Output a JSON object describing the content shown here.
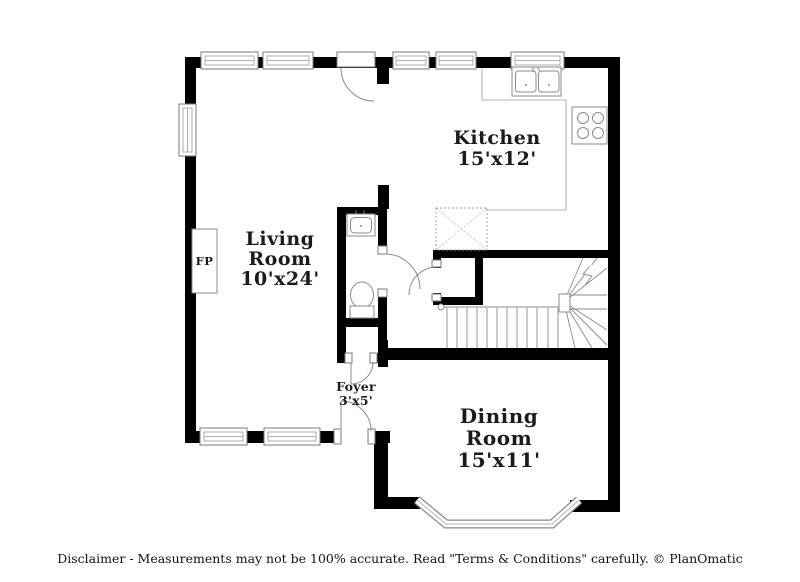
{
  "rooms": {
    "kitchen": {
      "name": "Kitchen",
      "size": "15'x12'"
    },
    "living": {
      "name": "Living",
      "name2": "Room",
      "size": "10'x24'"
    },
    "foyer": {
      "name": "Foyer",
      "size": "3'x5'"
    },
    "dining": {
      "name": "Dining",
      "name2": "Room",
      "size": "15'x11'"
    }
  },
  "fixtures": {
    "fireplace_label": "FP"
  },
  "footer": {
    "disclaimer": "Disclaimer - Measurements may not be 100% accurate. Read \"Terms & Conditions\" carefully. © PlanOmatic"
  },
  "colors": {
    "wall": "#000000",
    "fixture_line": "#8a8a8a",
    "label_text": "#1b1b1b"
  }
}
